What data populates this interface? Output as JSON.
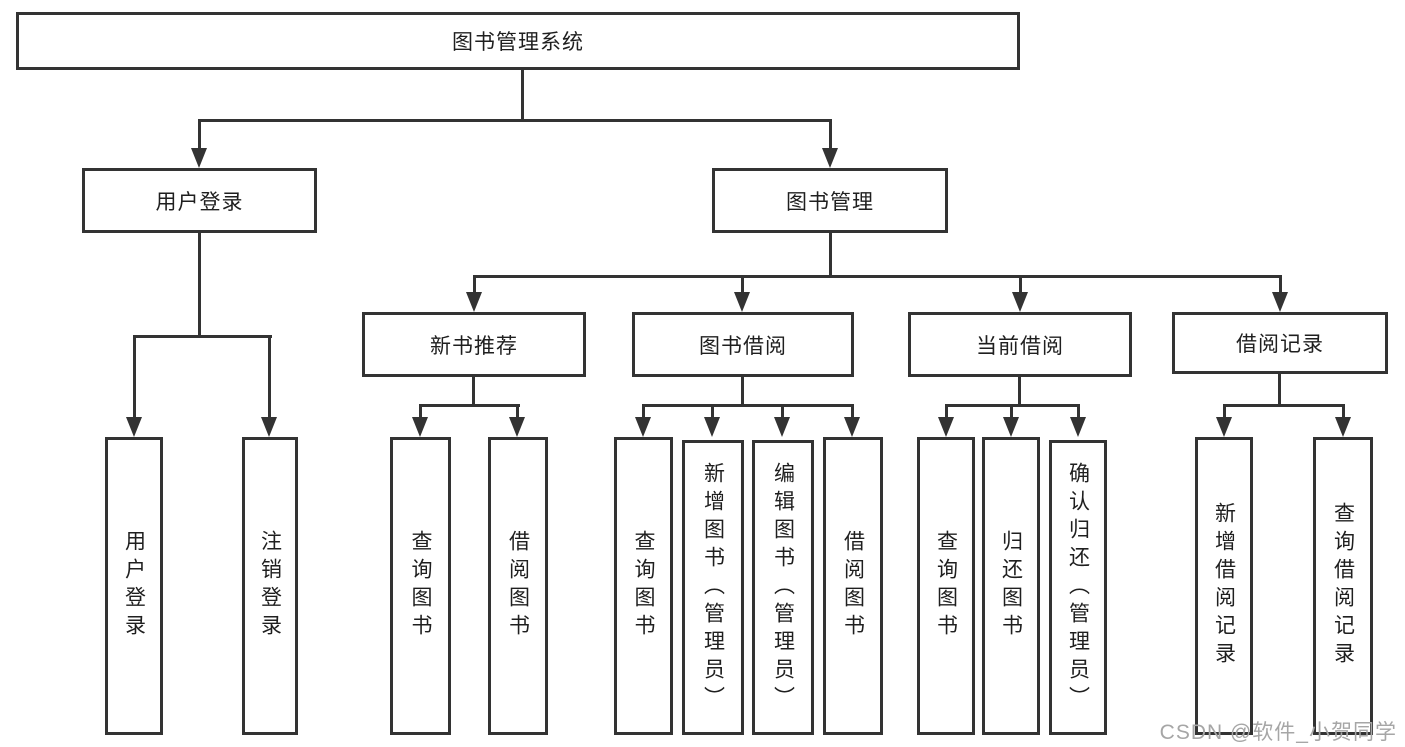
{
  "diagram": {
    "root": {
      "label": "图书管理系统"
    },
    "level2": {
      "user_login": {
        "label": "用户登录"
      },
      "book_mgmt": {
        "label": "图书管理"
      }
    },
    "level3": {
      "new_book": {
        "label": "新书推荐"
      },
      "book_borrow": {
        "label": "图书借阅"
      },
      "current_borrow": {
        "label": "当前借阅"
      },
      "borrow_record": {
        "label": "借阅记录"
      }
    },
    "leaves": {
      "user_login_1": {
        "label": "用户登录"
      },
      "user_login_2": {
        "label": "注销登录"
      },
      "new_book_1": {
        "label": "查询图书"
      },
      "new_book_2": {
        "label": "借阅图书"
      },
      "book_borrow_1": {
        "label": "查询图书"
      },
      "book_borrow_2": {
        "label": "新增图书（管理员）"
      },
      "book_borrow_3": {
        "label": "编辑图书（管理员）"
      },
      "book_borrow_4": {
        "label": "借阅图书"
      },
      "current_borrow_1": {
        "label": "查询图书"
      },
      "current_borrow_2": {
        "label": "归还图书"
      },
      "current_borrow_3": {
        "label": "确认归还（管理员）"
      },
      "borrow_record_1": {
        "label": "新增借阅记录"
      },
      "borrow_record_2": {
        "label": "查询借阅记录"
      }
    }
  },
  "watermark": {
    "text": "CSDN @软件_小贺同学"
  },
  "colors": {
    "line": "#333333",
    "box_border": "#333333",
    "text": "#1f1f1f",
    "watermark": "#a6a6a6",
    "background": "#ffffff"
  }
}
